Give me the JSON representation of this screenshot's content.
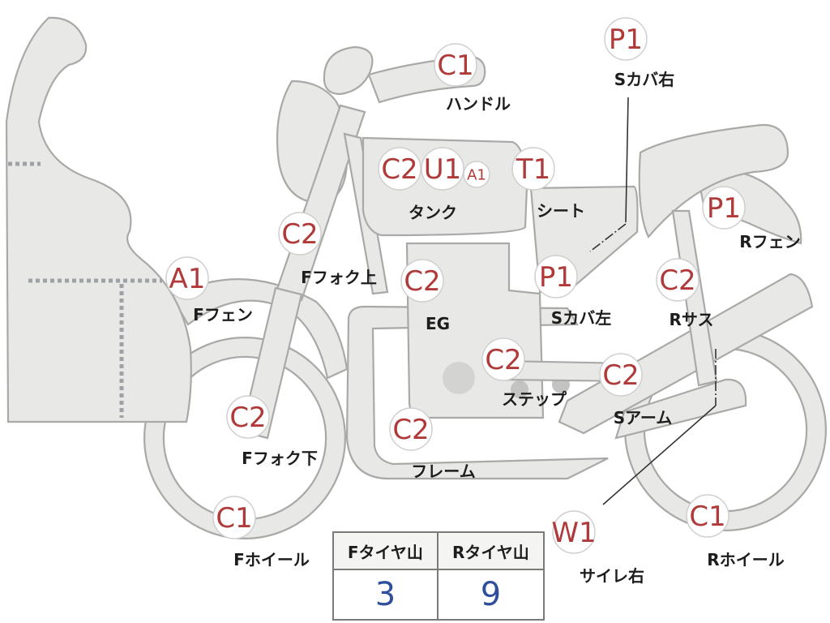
{
  "parts": [
    {
      "code": "C1",
      "label": "ハンドル"
    },
    {
      "code": "P1",
      "label": "Sカバ右"
    },
    {
      "code": "C2",
      "label": ""
    },
    {
      "code": "U1",
      "label": "タンク"
    },
    {
      "code": "A1",
      "label": ""
    },
    {
      "code": "T1",
      "label": "シート"
    },
    {
      "code": "P1",
      "label": "Rフェン"
    },
    {
      "code": "C2",
      "label": "Fフォク上"
    },
    {
      "code": "A1",
      "label": "Fフェン"
    },
    {
      "code": "C2",
      "label": "EG"
    },
    {
      "code": "P1",
      "label": "Sカバ左"
    },
    {
      "code": "C2",
      "label": "Rサス"
    },
    {
      "code": "C2",
      "label": "ステップ"
    },
    {
      "code": "C2",
      "label": "Sアーム"
    },
    {
      "code": "C2",
      "label": "Fフォク下"
    },
    {
      "code": "C2",
      "label": "フレーム"
    },
    {
      "code": "C1",
      "label": "Fホイール"
    },
    {
      "code": "W1",
      "label": "サイレ右"
    },
    {
      "code": "C1",
      "label": "Rホイール"
    }
  ],
  "tread": {
    "front_label": "Fタイヤ山",
    "rear_label": "Rタイヤ山",
    "front_value": "3",
    "rear_value": "9"
  }
}
